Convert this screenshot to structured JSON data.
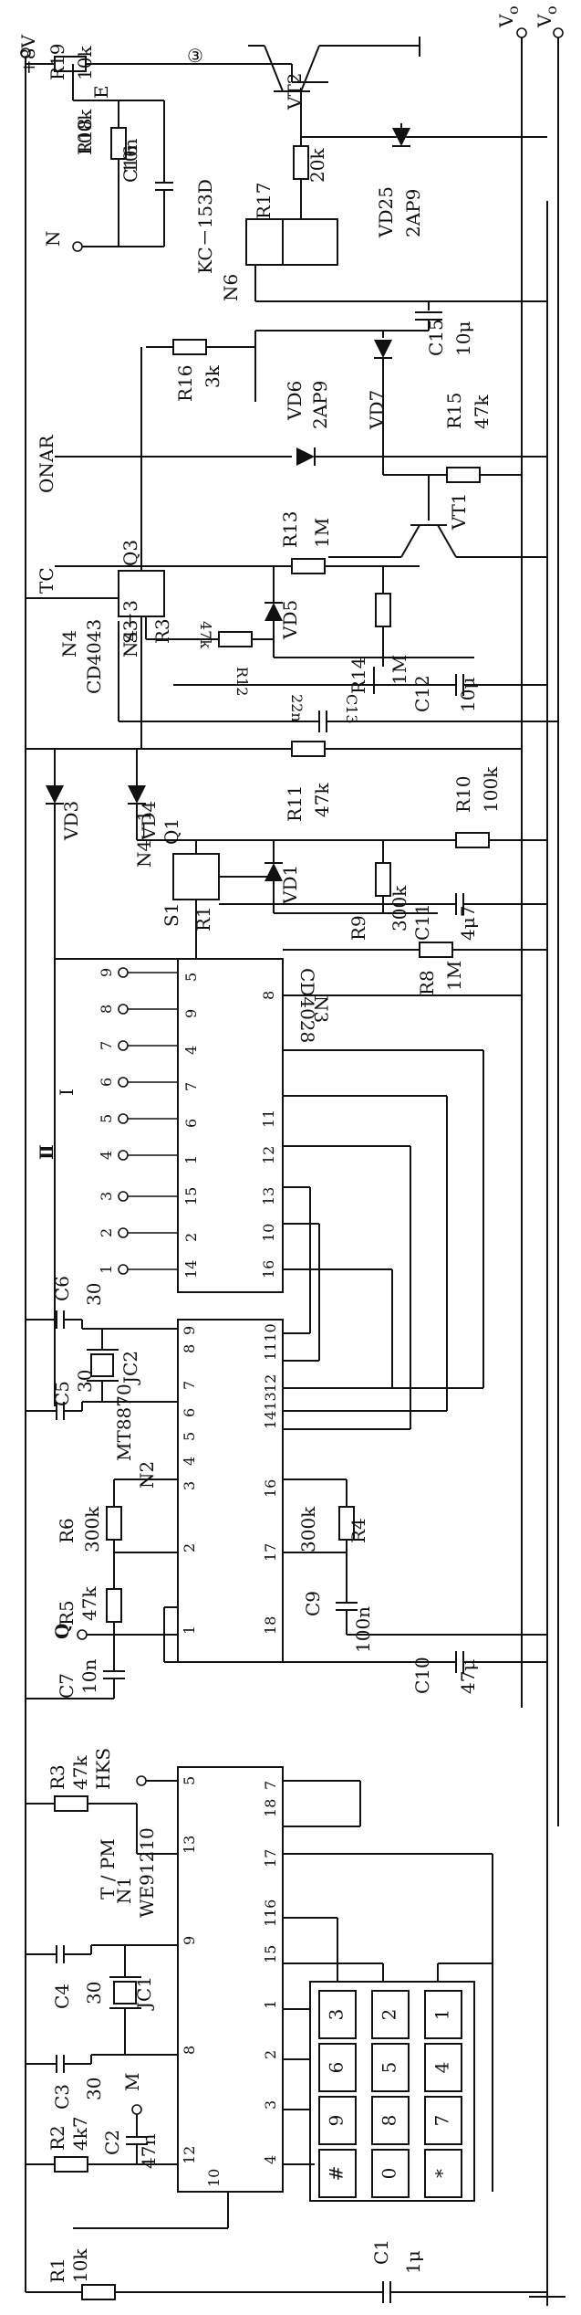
{
  "labels": {
    "supply": "+8V",
    "figure_no": "③",
    "vo": "V",
    "vo_sub": "o",
    "n": "N",
    "e": "E",
    "tc": "TC",
    "onar": "ONAR",
    "m": "M",
    "q": "Q",
    "hks": "HKS",
    "tpm": "T / PM",
    "i": "I",
    "ii": "Ⅱ"
  },
  "components": {
    "R1": {
      "name": "R1",
      "value": "10k"
    },
    "R2": {
      "name": "R2",
      "value": "4k7"
    },
    "R3": {
      "name": "R3",
      "value": "47k"
    },
    "R4": {
      "name": "R4",
      "value": "300k"
    },
    "R5": {
      "name": "R5",
      "value": "47k"
    },
    "R6": {
      "name": "R6",
      "value": "300k"
    },
    "R8": {
      "name": "R8",
      "value": "1M"
    },
    "R9": {
      "name": "R9",
      "value": "300k"
    },
    "R10": {
      "name": "R10",
      "value": "100k"
    },
    "R11": {
      "name": "R11",
      "value": "47k"
    },
    "R12": {
      "name": "R12",
      "value": "47k"
    },
    "R13": {
      "name": "R13",
      "value": "1M"
    },
    "R14": {
      "name": "R14",
      "value": "1M"
    },
    "R15": {
      "name": "R15",
      "value": "47k"
    },
    "R16": {
      "name": "R16",
      "value": "3k"
    },
    "R17": {
      "name": "R17",
      "value": "20k"
    },
    "R18": {
      "name": "R18",
      "value": "100k"
    },
    "R19": {
      "name": "R19",
      "value": "10k"
    },
    "C1": {
      "name": "C1",
      "value": "1μ"
    },
    "C2": {
      "name": "C2",
      "value": "47n"
    },
    "C3": {
      "name": "C3",
      "value": "30"
    },
    "C4": {
      "name": "C4",
      "value": "30"
    },
    "C5": {
      "name": "C5",
      "value": "30"
    },
    "C6": {
      "name": "C6",
      "value": "30"
    },
    "C7": {
      "name": "C7",
      "value": "10n"
    },
    "C9": {
      "name": "C9",
      "value": "100n"
    },
    "C10": {
      "name": "C10",
      "value": "47μ"
    },
    "C11": {
      "name": "C11",
      "value": "4μ7"
    },
    "C12": {
      "name": "C12",
      "value": "10μ"
    },
    "C13": {
      "name": "C13",
      "value": "22n"
    },
    "C15": {
      "name": "C15",
      "value": "10μ"
    },
    "C16": {
      "name": "C16",
      "value": "10n"
    },
    "VD1": {
      "name": "VD1"
    },
    "VD3": {
      "name": "VD3"
    },
    "VD4": {
      "name": "VD4"
    },
    "VD5": {
      "name": "VD5"
    },
    "VD6": {
      "name": "VD6",
      "value": "2AP9"
    },
    "VD7": {
      "name": "VD7"
    },
    "VD25": {
      "name": "VD25",
      "value": "2AP9"
    },
    "VT1": {
      "name": "VT1"
    },
    "VT2": {
      "name": "VT2"
    },
    "JC1": {
      "name": "JC1"
    },
    "JC2": {
      "name": "JC2"
    }
  },
  "ics": {
    "N1": {
      "name": "N1",
      "part": "WE91210"
    },
    "N2": {
      "name": "N2",
      "part": "MT8870"
    },
    "N3": {
      "name": "N3",
      "part": "CD4028"
    },
    "N4": {
      "name": "N4",
      "part": "CD4043"
    },
    "N4_1": "N4－1",
    "N4_3": "N4－3",
    "N6": {
      "name": "N6",
      "part": "KC－153D"
    }
  },
  "switch_pins": {
    "s1": "S1",
    "q1": "Q1",
    "r1": "R1",
    "s3": "S3",
    "q3": "Q3",
    "r3": "R3"
  },
  "n1_pins": {
    "top": [
      "12",
      "8",
      "9",
      "13",
      "5"
    ],
    "bottom": [
      "4",
      "3",
      "2",
      "1",
      "15",
      "16",
      "17",
      "18",
      "11",
      "7"
    ],
    "left": "10"
  },
  "n2_pins": {
    "top": [
      "1",
      "2",
      "3",
      "4",
      "5",
      "6",
      "7",
      "8",
      "9"
    ],
    "bottom": [
      "18",
      "17",
      "16",
      "1413",
      "12",
      "1110"
    ]
  },
  "n3_pins": {
    "top": [
      "14",
      "2",
      "15",
      "1",
      "6",
      "7",
      "4",
      "9",
      "5"
    ],
    "bottom": [
      "16",
      "10",
      "13",
      "12",
      "11",
      "8"
    ]
  },
  "outputs": [
    "1",
    "2",
    "3",
    "4",
    "5",
    "6",
    "7",
    "8",
    "9"
  ],
  "keypad": [
    [
      "3",
      "6",
      "9",
      "#"
    ],
    [
      "2",
      "5",
      "8",
      "0"
    ],
    [
      "1",
      "4",
      "7",
      "*"
    ]
  ]
}
